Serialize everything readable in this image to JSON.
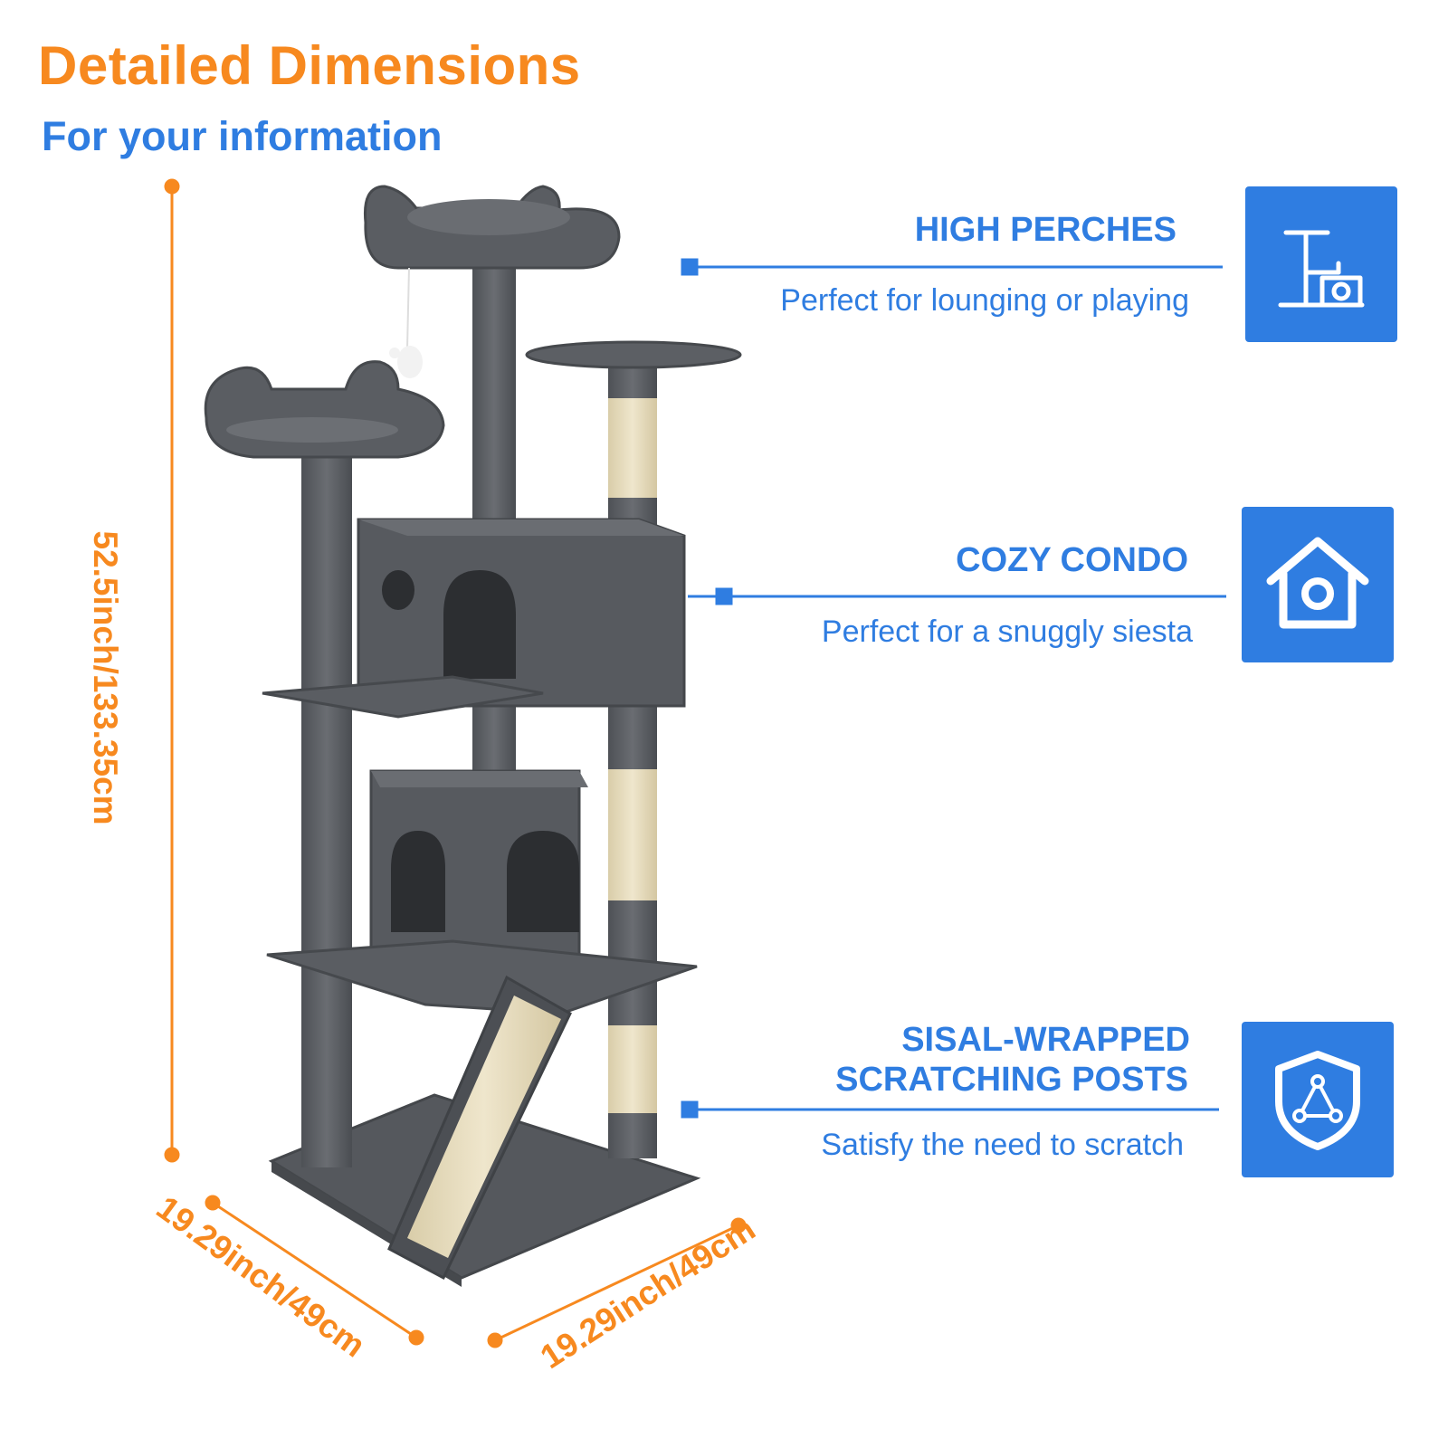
{
  "header": {
    "title": "Detailed Dimensions",
    "subtitle": "For your information"
  },
  "dimensions": {
    "height": "52.5inch/133.35cm",
    "depth": "19.29inch/49cm",
    "width": "19.29inch/49cm"
  },
  "features": [
    {
      "title": "HIGH PERCHES",
      "description": "Perfect for lounging or playing",
      "icon": "cat-tree-icon"
    },
    {
      "title": "COZY CONDO",
      "description": "Perfect for a snuggly siesta",
      "icon": "house-icon"
    },
    {
      "title_line1": "SISAL-WRAPPED",
      "title_line2": "SCRATCHING POSTS",
      "description": "Satisfy the need to scratch",
      "icon": "shield-icon"
    }
  ],
  "colors": {
    "orange": "#f7891f",
    "blue": "#2f7de1",
    "plush_gray": "#5b5e63",
    "sisal": "#e6dcc0"
  }
}
